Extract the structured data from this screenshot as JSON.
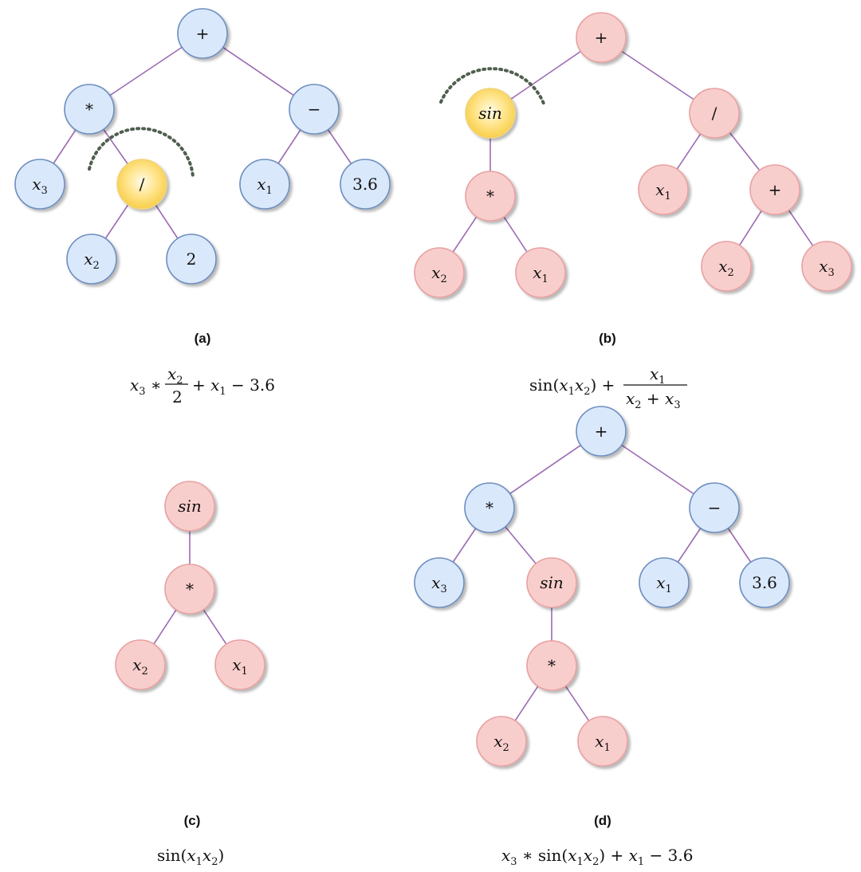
{
  "colors": {
    "blue_fill": "#dae8fc",
    "blue_stroke": "#6c8ebf",
    "red_fill": "#f8cecc",
    "red_stroke": "#e8a0a0",
    "yellow_fill": "#ffe27a",
    "yellow_stroke": "#f2d27a",
    "edge": "#9b6bb3",
    "cut_mark": "#4f5f4f"
  },
  "panels": [
    {
      "id": "a",
      "caption": "(a)",
      "formula": "x3 * x2/2 + x1 − 3.6",
      "nodes": [
        {
          "id": "a_plus",
          "label": "+",
          "kind": "op",
          "color": "blue",
          "parent": null
        },
        {
          "id": "a_mul",
          "label": "*",
          "kind": "op",
          "color": "blue",
          "parent": "a_plus"
        },
        {
          "id": "a_minus",
          "label": "−",
          "kind": "op",
          "color": "blue",
          "parent": "a_plus"
        },
        {
          "id": "a_x3",
          "label": "x",
          "sub": "3",
          "kind": "var",
          "color": "blue",
          "parent": "a_mul"
        },
        {
          "id": "a_div",
          "label": "/",
          "kind": "op",
          "color": "yellow",
          "parent": "a_mul",
          "selected": true
        },
        {
          "id": "a_x2",
          "label": "x",
          "sub": "2",
          "kind": "var",
          "color": "blue",
          "parent": "a_div"
        },
        {
          "id": "a_two",
          "label": "2",
          "kind": "num",
          "color": "blue",
          "parent": "a_div"
        },
        {
          "id": "a_x1",
          "label": "x",
          "sub": "1",
          "kind": "var",
          "color": "blue",
          "parent": "a_minus"
        },
        {
          "id": "a_36",
          "label": "3.6",
          "kind": "num",
          "color": "blue",
          "parent": "a_minus"
        }
      ]
    },
    {
      "id": "b",
      "caption": "(b)",
      "formula": "sin(x1x2) + x1/(x2 + x3)",
      "nodes": [
        {
          "id": "b_plus",
          "label": "+",
          "kind": "op",
          "color": "red",
          "parent": null
        },
        {
          "id": "b_sin",
          "label": "sin",
          "kind": "var",
          "color": "yellow",
          "parent": "b_plus",
          "selected": true
        },
        {
          "id": "b_div",
          "label": "/",
          "kind": "op",
          "color": "red",
          "parent": "b_plus"
        },
        {
          "id": "b_mul",
          "label": "*",
          "kind": "op",
          "color": "red",
          "parent": "b_sin"
        },
        {
          "id": "b_x2",
          "label": "x",
          "sub": "2",
          "kind": "var",
          "color": "red",
          "parent": "b_mul"
        },
        {
          "id": "b_x1",
          "label": "x",
          "sub": "1",
          "kind": "var",
          "color": "red",
          "parent": "b_mul"
        },
        {
          "id": "b_x1b",
          "label": "x",
          "sub": "1",
          "kind": "var",
          "color": "red",
          "parent": "b_div"
        },
        {
          "id": "b_plus2",
          "label": "+",
          "kind": "op",
          "color": "red",
          "parent": "b_div"
        },
        {
          "id": "b_x2b",
          "label": "x",
          "sub": "2",
          "kind": "var",
          "color": "red",
          "parent": "b_plus2"
        },
        {
          "id": "b_x3",
          "label": "x",
          "sub": "3",
          "kind": "var",
          "color": "red",
          "parent": "b_plus2"
        }
      ]
    },
    {
      "id": "c",
      "caption": "(c)",
      "formula": "sin(x1x2)",
      "nodes": [
        {
          "id": "c_sin",
          "label": "sin",
          "kind": "var",
          "color": "red",
          "parent": null
        },
        {
          "id": "c_mul",
          "label": "*",
          "kind": "op",
          "color": "red",
          "parent": "c_sin"
        },
        {
          "id": "c_x2",
          "label": "x",
          "sub": "2",
          "kind": "var",
          "color": "red",
          "parent": "c_mul"
        },
        {
          "id": "c_x1",
          "label": "x",
          "sub": "1",
          "kind": "var",
          "color": "red",
          "parent": "c_mul"
        }
      ]
    },
    {
      "id": "d",
      "caption": "(d)",
      "formula": "x3 * sin(x1x2) + x1 − 3.6",
      "nodes": [
        {
          "id": "d_plus",
          "label": "+",
          "kind": "op",
          "color": "blue",
          "parent": null
        },
        {
          "id": "d_mul",
          "label": "*",
          "kind": "op",
          "color": "blue",
          "parent": "d_plus"
        },
        {
          "id": "d_minus",
          "label": "−",
          "kind": "op",
          "color": "blue",
          "parent": "d_plus"
        },
        {
          "id": "d_x3",
          "label": "x",
          "sub": "3",
          "kind": "var",
          "color": "blue",
          "parent": "d_mul"
        },
        {
          "id": "d_sin",
          "label": "sin",
          "kind": "var",
          "color": "red",
          "parent": "d_mul"
        },
        {
          "id": "d_mul2",
          "label": "*",
          "kind": "op",
          "color": "red",
          "parent": "d_sin"
        },
        {
          "id": "d_x2",
          "label": "x",
          "sub": "2",
          "kind": "var",
          "color": "red",
          "parent": "d_mul2"
        },
        {
          "id": "d_x1",
          "label": "x",
          "sub": "1",
          "kind": "var",
          "color": "red",
          "parent": "d_mul2"
        },
        {
          "id": "d_x1b",
          "label": "x",
          "sub": "1",
          "kind": "var",
          "color": "blue",
          "parent": "d_minus"
        },
        {
          "id": "d_36",
          "label": "3.6",
          "kind": "num",
          "color": "blue",
          "parent": "d_minus"
        }
      ]
    }
  ]
}
